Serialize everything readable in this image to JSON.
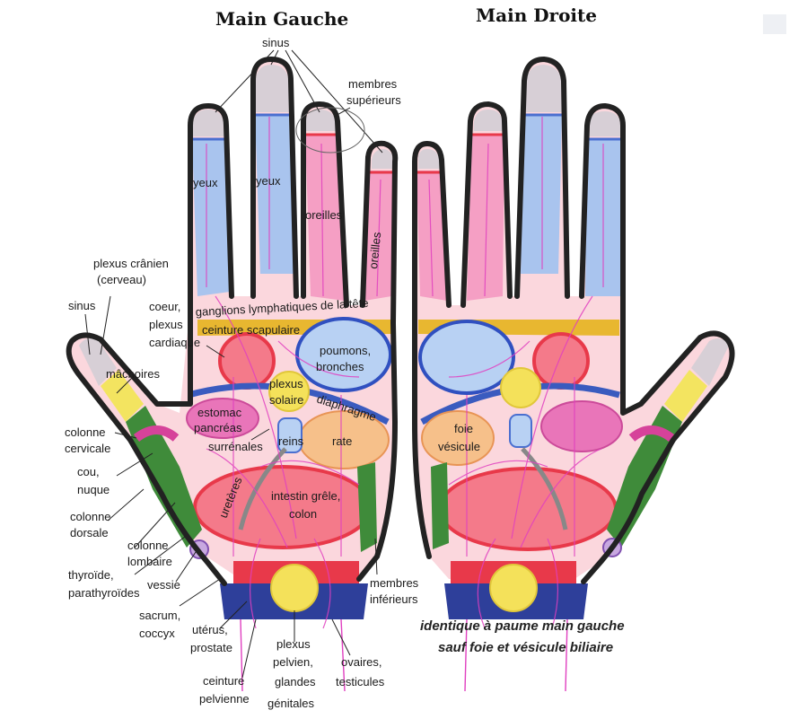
{
  "titles": {
    "left": "Main Gauche",
    "right": "Main Droite"
  },
  "note": {
    "line1": "identique à paume main gauche",
    "line2": "sauf foie et vésicule biliaire"
  },
  "labels": {
    "sinus_top": "sinus",
    "membres_superieurs_1": "membres",
    "membres_superieurs_2": "supérieurs",
    "yeux_1": "yeux",
    "yeux_2": "yeux",
    "oreilles_1": "oreilles",
    "oreilles_2": "oreilles",
    "plexus_cranien_1": "plexus crânien",
    "plexus_cranien_2": "(cerveau)",
    "sinus_thumb": "sinus",
    "coeur_1": "coeur,",
    "coeur_2": "plexus",
    "coeur_3": "cardiaque",
    "ganglions": "ganglions lymphatiques de la tête",
    "ceinture_scapulaire": "ceinture scapulaire",
    "poumons_1": "poumons,",
    "poumons_2": "bronches",
    "machoires": "mâchoires",
    "plexus_solaire_1": "plexus",
    "plexus_solaire_2": "solaire",
    "diaphragme": "diaphragme",
    "estomac_1": "estomac",
    "estomac_2": "pancréas",
    "reins": "reins",
    "rate": "rate",
    "surrenales": "surrénales",
    "colonne_cervicale_1": "colonne",
    "colonne_cervicale_2": "cervicale",
    "cou_1": "cou,",
    "cou_2": "nuque",
    "ureteres": "uretères",
    "intestin_1": "intestin grêle,",
    "intestin_2": "colon",
    "colonne_dorsale_1": "colonne",
    "colonne_dorsale_2": "dorsale",
    "colonne_lombaire_1": "colonne",
    "colonne_lombaire_2": "lombaire",
    "thyroide_1": "thyroïde,",
    "thyroide_2": "parathyroïdes",
    "vessie": "vessie",
    "membres_inferieurs_1": "membres",
    "membres_inferieurs_2": "inférieurs",
    "sacrum_1": "sacrum,",
    "sacrum_2": "coccyx",
    "uterus_1": "utérus,",
    "uterus_2": "prostate",
    "plexus_pelvien_1": "plexus",
    "plexus_pelvien_2": "pelvien,",
    "plexus_pelvien_3": "glandes",
    "plexus_pelvien_4": "génitales",
    "ovaires_1": "ovaires,",
    "ovaires_2": "testicules",
    "ceinture_pelvienne_1": "ceinture",
    "ceinture_pelvienne_2": "pelvienne",
    "foie_1": "foie",
    "foie_2": "vésicule"
  },
  "colors": {
    "skin": "#fbd7dd",
    "blue_finger": "#a9c4ee",
    "pink_finger": "#f59fc4",
    "outline": "#222222",
    "red_band": "#e8394a",
    "blue_band": "#4a6fd0",
    "yellow": "#f4e15a",
    "orange": "#f6c08a",
    "green": "#3f8b3a",
    "navy": "#2e3f9a",
    "veins": "#e040c0"
  }
}
